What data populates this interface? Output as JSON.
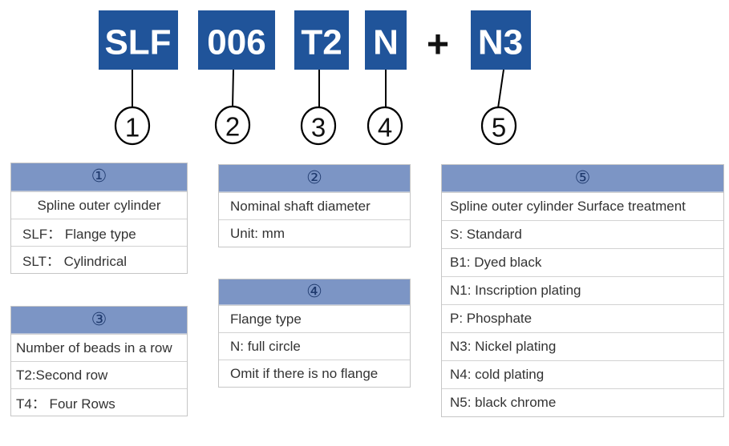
{
  "diagram": {
    "boxes": [
      {
        "label": "SLF",
        "ref": "1"
      },
      {
        "label": "006",
        "ref": "2"
      },
      {
        "label": "T2",
        "ref": "3"
      },
      {
        "label": "N",
        "ref": "4"
      },
      {
        "label": "N3",
        "ref": "5"
      }
    ],
    "plus": "+",
    "circles": [
      "1",
      "2",
      "3",
      "4",
      "5"
    ]
  },
  "legend": {
    "table1": {
      "header": "①",
      "rows": [
        "Spline outer cylinder",
        "SLF： Flange type",
        "SLT： Cylindrical"
      ]
    },
    "table2": {
      "header": "②",
      "rows": [
        "Nominal shaft diameter",
        "Unit: mm"
      ]
    },
    "table3": {
      "header": "③",
      "rows": [
        "Number of beads in a row",
        "T2:Second row",
        "T4： Four Rows"
      ]
    },
    "table4": {
      "header": "④",
      "rows": [
        "Flange type",
        "N: full circle",
        "Omit if there is no flange"
      ]
    },
    "table5": {
      "header": "⑤",
      "rows": [
        "Spline outer cylinder Surface treatment",
        "S: Standard",
        "B1: Dyed black",
        "N1: Inscription plating",
        "P: Phosphate",
        "N3: Nickel plating",
        "N4: cold plating",
        "N5: black chrome"
      ]
    }
  },
  "colors": {
    "box_blue": "#20549a",
    "header_blue": "#7c95c5",
    "text_dark": "#333333",
    "circled_number_navy": "#1f3a6e",
    "border_gray": "#c6c6c6"
  }
}
